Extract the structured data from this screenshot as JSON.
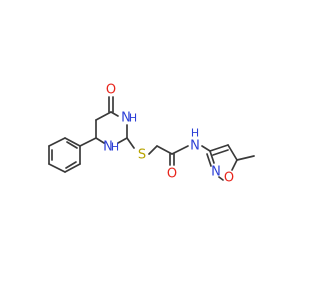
{
  "colors": {
    "bond": "#3a3a3a",
    "O": "#e8251c",
    "N": "#2c3fd6",
    "S": "#b8a400",
    "H": "#2c3fd6"
  },
  "atoms": {
    "o_carbonyl_ring": "O",
    "nh_ring_upper_h": "H",
    "nh_ring_upper_n": "N",
    "nh_ring_lower_h": "H",
    "nh_ring_lower_n": "N",
    "s_thioether": "S",
    "o_amide": "O",
    "nh_amide_n": "N",
    "nh_amide_h": "H",
    "n_isoxazole": "N",
    "o_isoxazole": "O"
  }
}
